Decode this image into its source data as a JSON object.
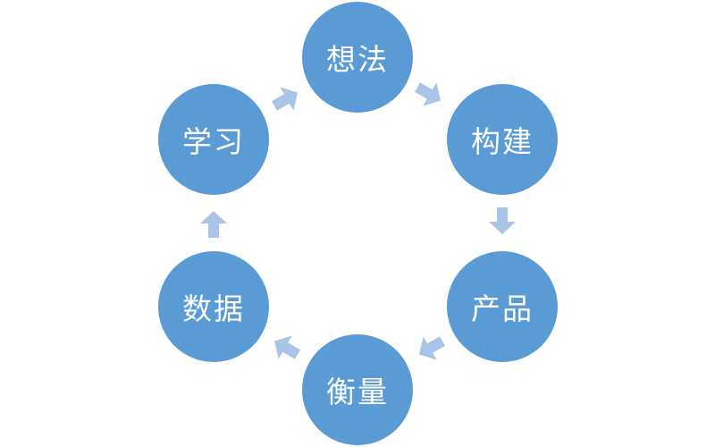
{
  "colors": {
    "node_fill": "#5b9bd5",
    "arrow_fill": "#a9c4e7",
    "text": "#ffffff"
  },
  "diagram": {
    "nodes": [
      {
        "id": "idea",
        "label": "想法"
      },
      {
        "id": "build",
        "label": "构建"
      },
      {
        "id": "product",
        "label": "产品"
      },
      {
        "id": "measure",
        "label": "衡量"
      },
      {
        "id": "data",
        "label": "数据"
      },
      {
        "id": "learn",
        "label": "学习"
      }
    ],
    "edges": [
      {
        "from": "idea",
        "to": "build"
      },
      {
        "from": "build",
        "to": "product"
      },
      {
        "from": "product",
        "to": "measure"
      },
      {
        "from": "measure",
        "to": "data"
      },
      {
        "from": "data",
        "to": "learn"
      },
      {
        "from": "learn",
        "to": "idea"
      }
    ]
  }
}
